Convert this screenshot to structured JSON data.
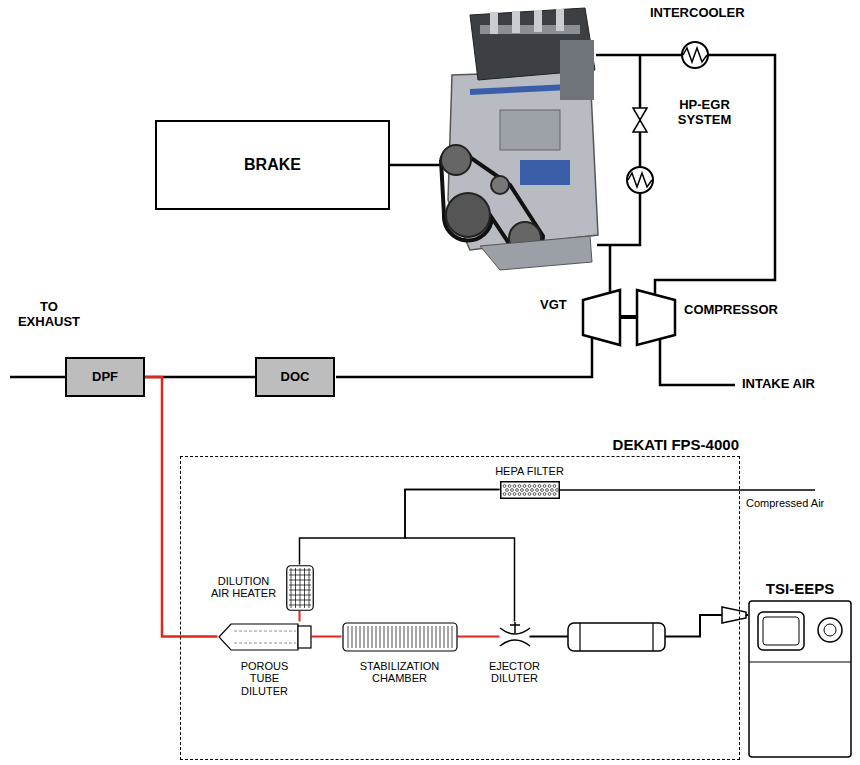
{
  "diagram": {
    "nodes": [
      {
        "text": [
          "BRAKE"
        ]
      },
      {
        "text": [
          "DPF"
        ]
      },
      {
        "text": [
          "DOC"
        ]
      },
      {
        "text": [
          "DEKATI FPS-4000"
        ]
      },
      {
        "text": [
          "HEPA FILTER"
        ],
        "in": 3
      },
      {
        "text": [
          "DILUTION AIR HEATER"
        ],
        "in": 3
      },
      {
        "text": [
          "POROUS TUBE DILUTER"
        ],
        "in": 3
      },
      {
        "text": [
          "STABILIZATION CHAMBER"
        ],
        "in": 3
      },
      {
        "text": [
          "EJECTOR DILUTER"
        ],
        "in": 3
      },
      {
        "text": [
          "TSI-EEPS"
        ]
      }
    ],
    "edges": [
      {
        "from": 2,
        "to": 1,
        "arrow": "none"
      },
      {
        "from": 1,
        "to": 6,
        "arrow": "none"
      },
      {
        "from": 4,
        "to": 5,
        "arrow": "none"
      },
      {
        "from": 4,
        "to": 8,
        "arrow": "none"
      },
      {
        "from": 5,
        "to": 6,
        "arrow": "none"
      },
      {
        "from": 6,
        "to": 7,
        "arrow": "none"
      },
      {
        "from": 7,
        "to": 8,
        "arrow": "none"
      },
      {
        "from": 8,
        "to": 9,
        "arrow": "none"
      }
    ],
    "labels": [
      "INTERCOOLER",
      "HP-EGR SYSTEM",
      "VGT",
      "COMPRESSOR",
      "TO EXHAUST",
      "INTAKE AIR",
      "Compressed Air"
    ]
  }
}
